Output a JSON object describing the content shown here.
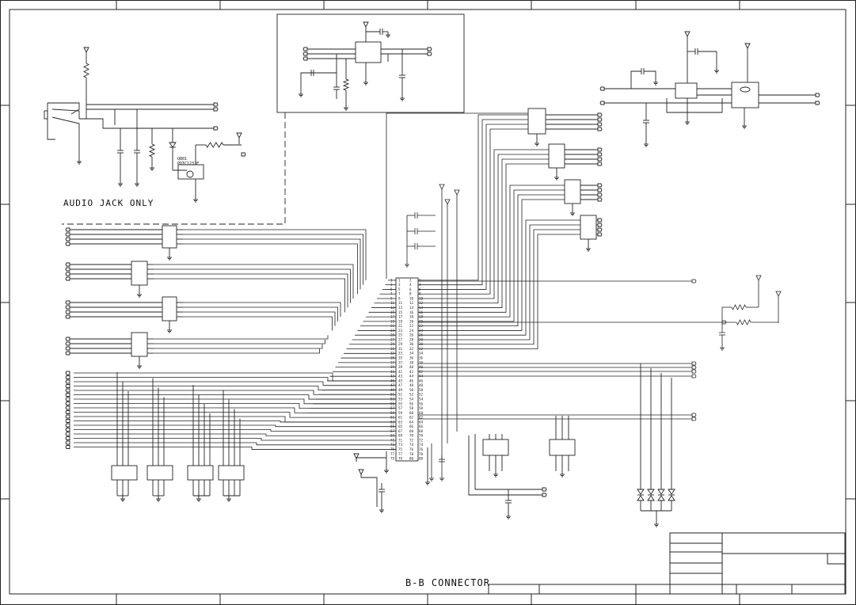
{
  "audio_section": {
    "label": "AUDIO JACK ONLY",
    "transistor_ref": "Q801",
    "transistor_part": "PDTC123JE"
  },
  "connector_section": {
    "label": "B-B CONNECTOR",
    "pin_count": 80
  }
}
